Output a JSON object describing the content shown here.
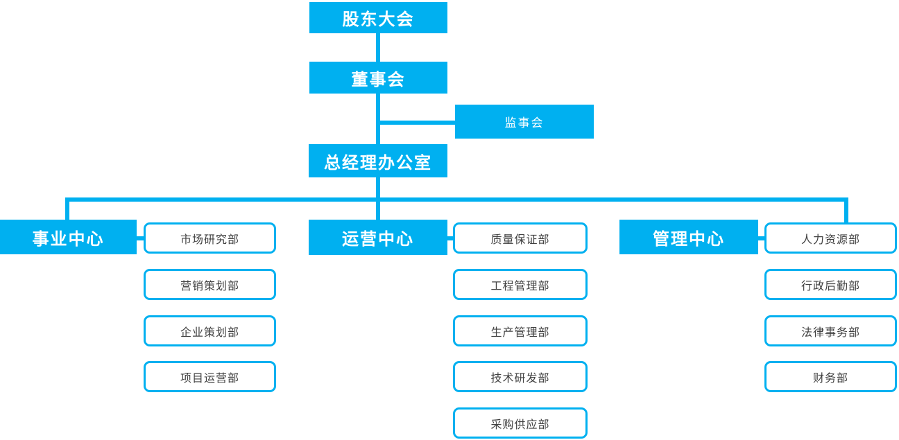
{
  "colors": {
    "primary": "#00b0f0",
    "node_text": "#ffffff",
    "dept_text": "#404040",
    "background": "#ffffff"
  },
  "org_chart": {
    "shareholders": "股东大会",
    "board": "董事会",
    "supervisory": "监事会",
    "gm_office": "总经理办公室",
    "centers": [
      {
        "label": "事业中心",
        "departments": [
          "市场研究部",
          "营销策划部",
          "企业策划部",
          "项目运营部"
        ]
      },
      {
        "label": "运营中心",
        "departments": [
          "质量保证部",
          "工程管理部",
          "生产管理部",
          "技术研发部",
          "采购供应部"
        ]
      },
      {
        "label": "管理中心",
        "departments": [
          "人力资源部",
          "行政后勤部",
          "法律事务部",
          "财务部"
        ]
      }
    ]
  }
}
